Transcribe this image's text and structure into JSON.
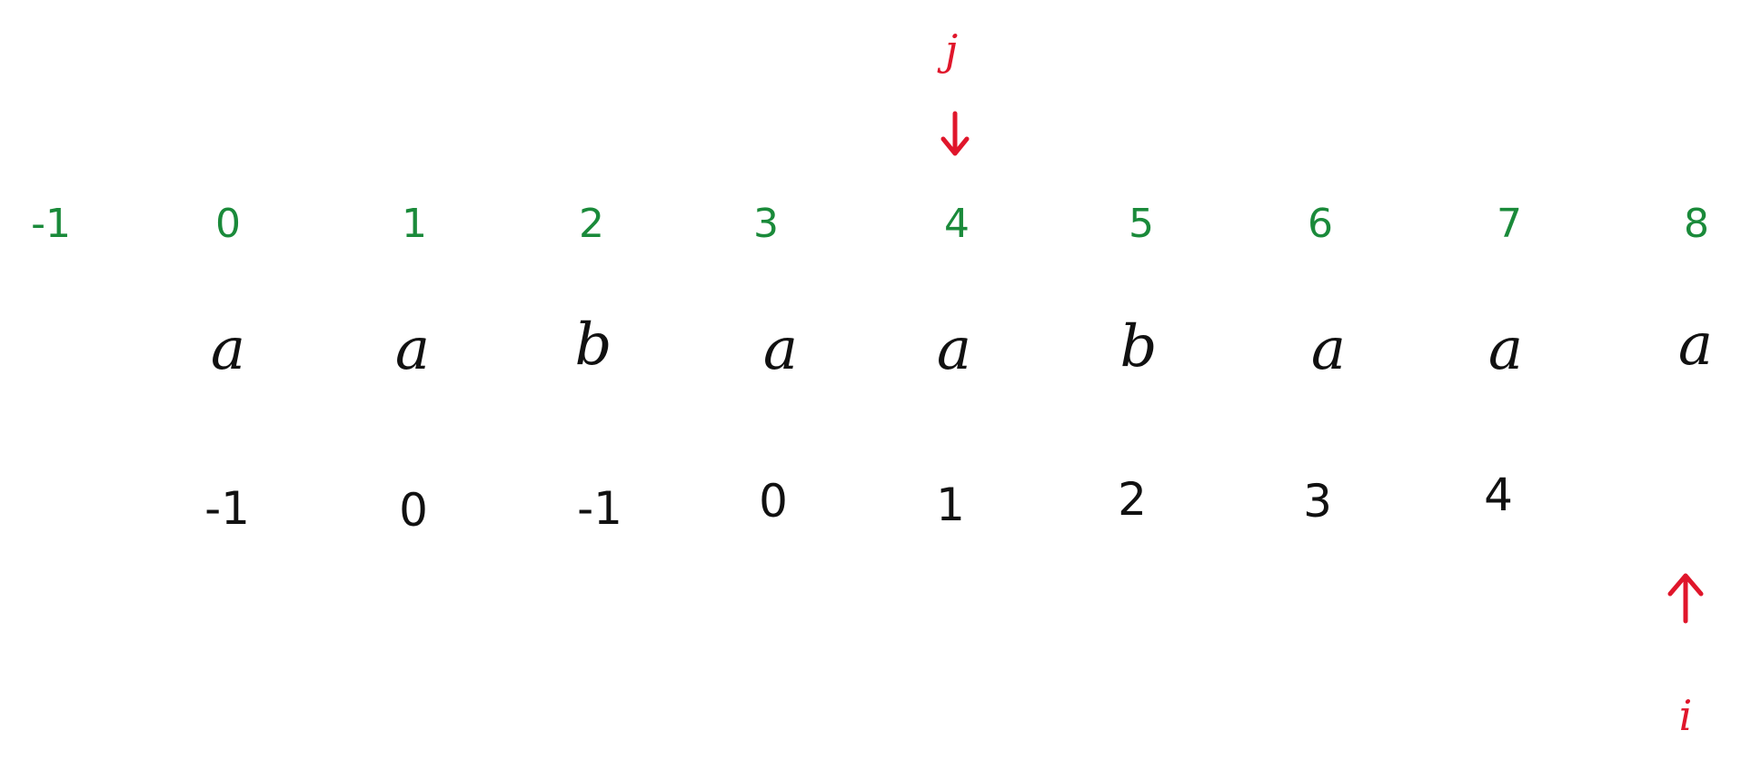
{
  "colors": {
    "index": "#1a8a3a",
    "text": "#111111",
    "pointer": "#e0162b"
  },
  "index_row": [
    "-1",
    "0",
    "1",
    "2",
    "3",
    "4",
    "5",
    "6",
    "7",
    "8"
  ],
  "chars_row": [
    "a",
    "a",
    "b",
    "a",
    "a",
    "b",
    "a",
    "a",
    "a"
  ],
  "next_row": [
    "-1",
    "0",
    "-1",
    "0",
    "1",
    "2",
    "3",
    "4"
  ],
  "pointers": {
    "j": {
      "label": "j",
      "direction": "down",
      "at_index": "4"
    },
    "i": {
      "label": "i",
      "direction": "up",
      "at_index": "8"
    }
  }
}
